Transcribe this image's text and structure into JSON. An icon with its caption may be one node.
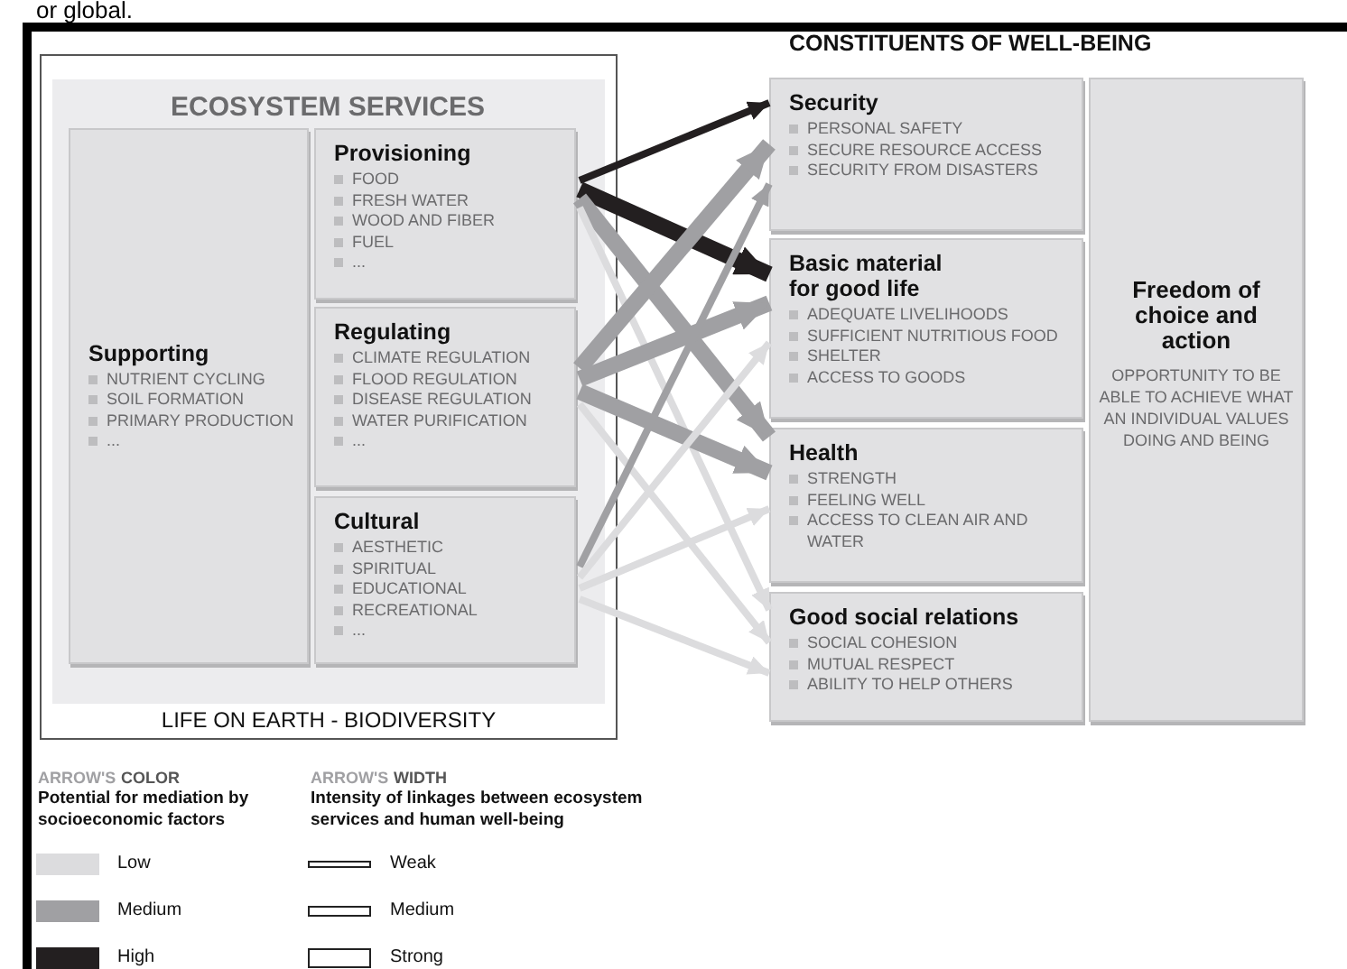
{
  "diagram": {
    "nodes": [
      {
        "text": [
          "LIFE ON EARTH - BIODIVERSITY"
        ]
      },
      {
        "text": [
          "ECOSYSTEM SERVICES"
        ],
        "in": 0
      },
      {
        "text": [
          "Supporting",
          "NUTRIENT CYCLING",
          "SOIL FORMATION",
          "PRIMARY PRODUCTION",
          "..."
        ],
        "in": 1
      },
      {
        "text": [
          "Provisioning",
          "FOOD",
          "FRESH WATER",
          "WOOD AND FIBER",
          "FUEL",
          "..."
        ],
        "in": 1
      },
      {
        "text": [
          "Regulating",
          "CLIMATE REGULATION",
          "FLOOD REGULATION",
          "DISEASE REGULATION",
          "WATER PURIFICATION",
          "..."
        ],
        "in": 1
      },
      {
        "text": [
          "Cultural",
          "AESTHETIC",
          "SPIRITUAL",
          "EDUCATIONAL",
          "RECREATIONAL",
          "..."
        ],
        "in": 1
      },
      {
        "text": [
          "Security",
          "PERSONAL SAFETY",
          "SECURE RESOURCE ACCESS",
          "SECURITY FROM DISASTERS"
        ]
      },
      {
        "text": [
          "Basic material for good life",
          "ADEQUATE LIVELIHOODS",
          "SUFFICIENT NUTRITIOUS FOOD",
          "SHELTER",
          "ACCESS TO GOODS"
        ]
      },
      {
        "text": [
          "Health",
          "STRENGTH",
          "FEELING WELL",
          "ACCESS TO CLEAN AIR AND WATER"
        ]
      },
      {
        "text": [
          "Good social relations",
          "SOCIAL COHESION",
          "MUTUAL RESPECT",
          "ABILITY TO HELP OTHERS"
        ]
      },
      {
        "text": [
          "Freedom of choice and action",
          "OPPORTUNITY TO BE ABLE TO ACHIEVE WHAT AN INDIVIDUAL VALUES DOING AND BEING"
        ]
      }
    ],
    "edges": [
      {
        "from": 3,
        "to": 6,
        "arrow": "to",
        "color": "#231f20"
      },
      {
        "from": 3,
        "to": 7,
        "arrow": "to",
        "style": "thick",
        "color": "#231f20"
      },
      {
        "from": 3,
        "to": 8,
        "arrow": "to",
        "style": "thick",
        "color": "#a0a0a3"
      },
      {
        "from": 3,
        "to": 9,
        "arrow": "to",
        "color": "#dcdcde"
      },
      {
        "from": 4,
        "to": 6,
        "arrow": "to",
        "style": "thick",
        "color": "#a0a0a3"
      },
      {
        "from": 4,
        "to": 7,
        "arrow": "to",
        "style": "thick",
        "color": "#a0a0a3"
      },
      {
        "from": 4,
        "to": 8,
        "arrow": "to",
        "style": "thick",
        "color": "#a0a0a3"
      },
      {
        "from": 4,
        "to": 9,
        "arrow": "to",
        "color": "#dcdcde"
      },
      {
        "from": 5,
        "to": 6,
        "arrow": "to",
        "color": "#a0a0a3"
      },
      {
        "from": 5,
        "to": 7,
        "arrow": "to",
        "color": "#dcdcde"
      },
      {
        "from": 5,
        "to": 8,
        "arrow": "to",
        "color": "#dcdcde"
      },
      {
        "from": 5,
        "to": 9,
        "arrow": "to",
        "color": "#dcdcde"
      }
    ],
    "labels": [
      "or global.",
      "CONSTITUENTS OF WELL-BEING",
      "ARROW'S",
      "COLOR",
      "Potential for mediation by socioeconomic factors",
      "ARROW'S",
      "WIDTH",
      "Intensity of linkages between ecosystem services and human well-being"
    ],
    "legend": [
      {
        "text": "Low",
        "color": "#dcdcde"
      },
      {
        "text": "Medium",
        "color": "#a0a0a3"
      },
      {
        "text": "High",
        "color": "#231f20"
      },
      {
        "text": "Weak"
      },
      {
        "text": "Medium"
      },
      {
        "text": "Strong"
      }
    ]
  }
}
